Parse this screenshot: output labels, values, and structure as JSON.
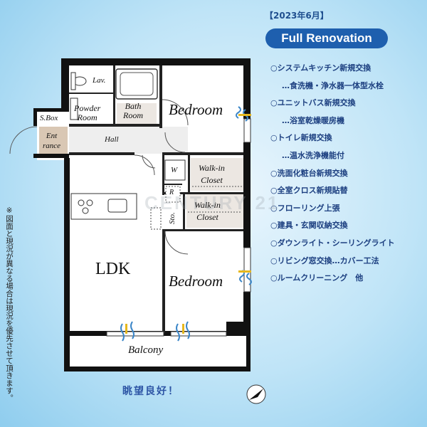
{
  "header": {
    "date_tag": "【2023年6月】",
    "badge": "Full Renovation"
  },
  "features": [
    {
      "text": "○システムキッチン新規交換",
      "sub": false
    },
    {
      "text": "…食洗機・浄水器一体型水栓",
      "sub": true
    },
    {
      "text": "○ユニットバス新規交換",
      "sub": false
    },
    {
      "text": "…浴室乾燥暖房機",
      "sub": true
    },
    {
      "text": "○トイレ新規交換",
      "sub": false
    },
    {
      "text": "…温水洗浄機能付",
      "sub": true
    },
    {
      "text": "○洗面化粧台新規交換",
      "sub": false
    },
    {
      "text": "○全室クロス新規貼替",
      "sub": false
    },
    {
      "text": "○フローリング上張",
      "sub": false
    },
    {
      "text": "○建具・玄関収納交換",
      "sub": false
    },
    {
      "text": "○ダウンライト・シーリングライト",
      "sub": false
    },
    {
      "text": "○リビング窓交換…カバー工法",
      "sub": false
    },
    {
      "text": "○ルームクリーニング　他",
      "sub": false
    }
  ],
  "note": "※図面と現況が異なる場合は現況を優先させて頂きます。",
  "view_text": "眺望良好！",
  "watermark": "CENTURY 21",
  "rooms": {
    "lav": "Lav.",
    "powder": "Powder\nRoom",
    "bath": "Bath\nRoom",
    "bedroom1": "Bedroom",
    "sbox": "S.Box",
    "entrance": "Ent\nrance",
    "hall": "Hall",
    "w": "W",
    "walkin1": "Walk-in\nCloset",
    "r": "R",
    "sto": "Sto.",
    "walkin2": "Walk-in\nCloset",
    "ldk": "LDK",
    "bedroom2": "Bedroom",
    "balcony": "Balcony"
  },
  "colors": {
    "accent": "#1e5fae",
    "text_blue": "#1c3f80",
    "wall": "#111111",
    "floor": "#ffffff",
    "closet": "#ece7e2",
    "entrance": "#d9c7b4"
  }
}
